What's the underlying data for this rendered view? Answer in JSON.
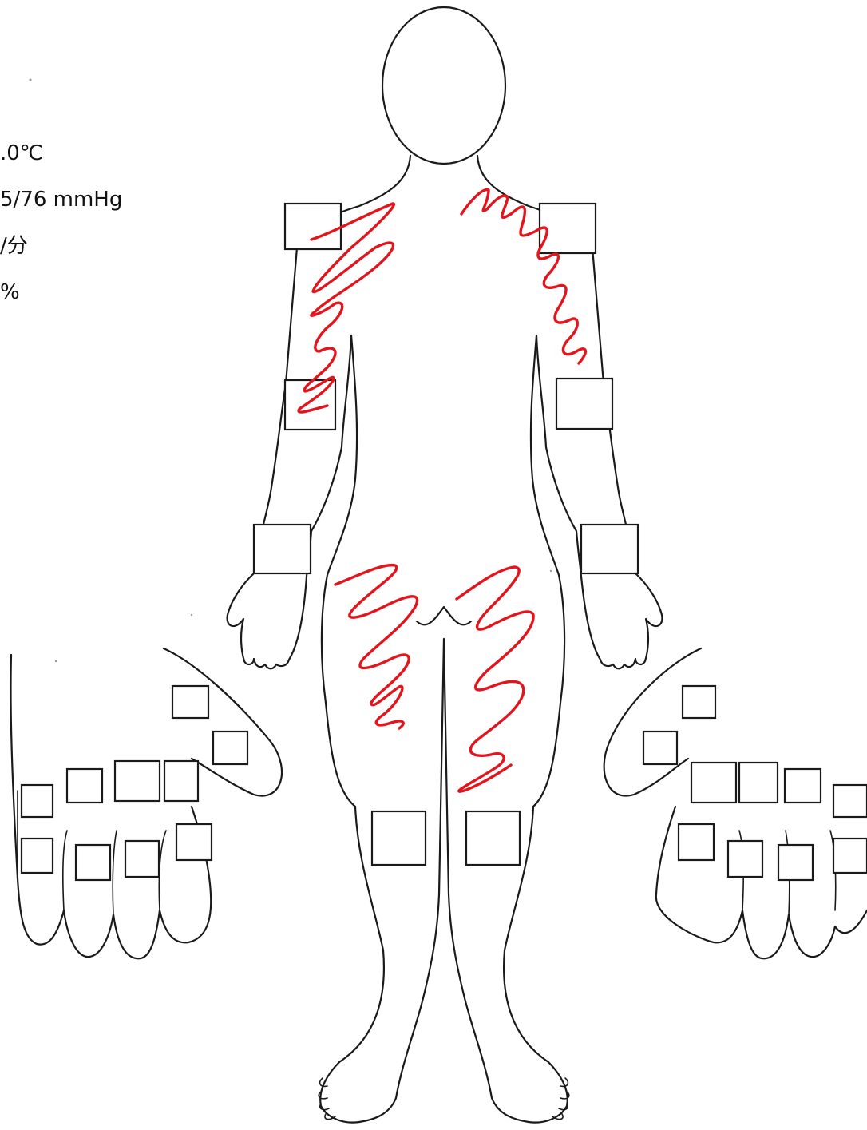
{
  "vitals": {
    "temperature": ".0℃",
    "blood_pressure": "5/76 mmHg",
    "pulse": "/分",
    "spo2": "%"
  },
  "colors": {
    "outline": "#1a1a1a",
    "marking": "#e3141b"
  }
}
